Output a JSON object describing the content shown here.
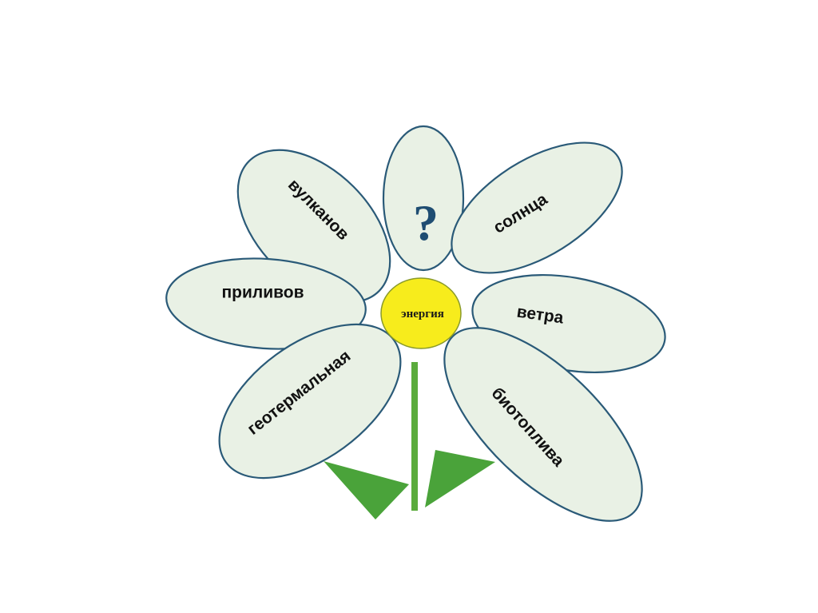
{
  "diagram": {
    "center": {
      "label": "энергия",
      "fill": "#f7ec1c",
      "stroke": "#8a9a2a"
    },
    "question_mark": "?",
    "petals": [
      {
        "id": "vulkanov",
        "label": "вулканов"
      },
      {
        "id": "solntsa",
        "label": "солнца"
      },
      {
        "id": "prilivov",
        "label": "приливов"
      },
      {
        "id": "vetra",
        "label": "ветра"
      },
      {
        "id": "geotermalnaya",
        "label": "геотермальная"
      },
      {
        "id": "biotopliva",
        "label": "биотоплива"
      }
    ],
    "colors": {
      "petal_fill": "#e9f1e5",
      "petal_stroke": "#2a5a78",
      "stem": "#5aab3c",
      "leaves": "#4aa33a"
    }
  }
}
